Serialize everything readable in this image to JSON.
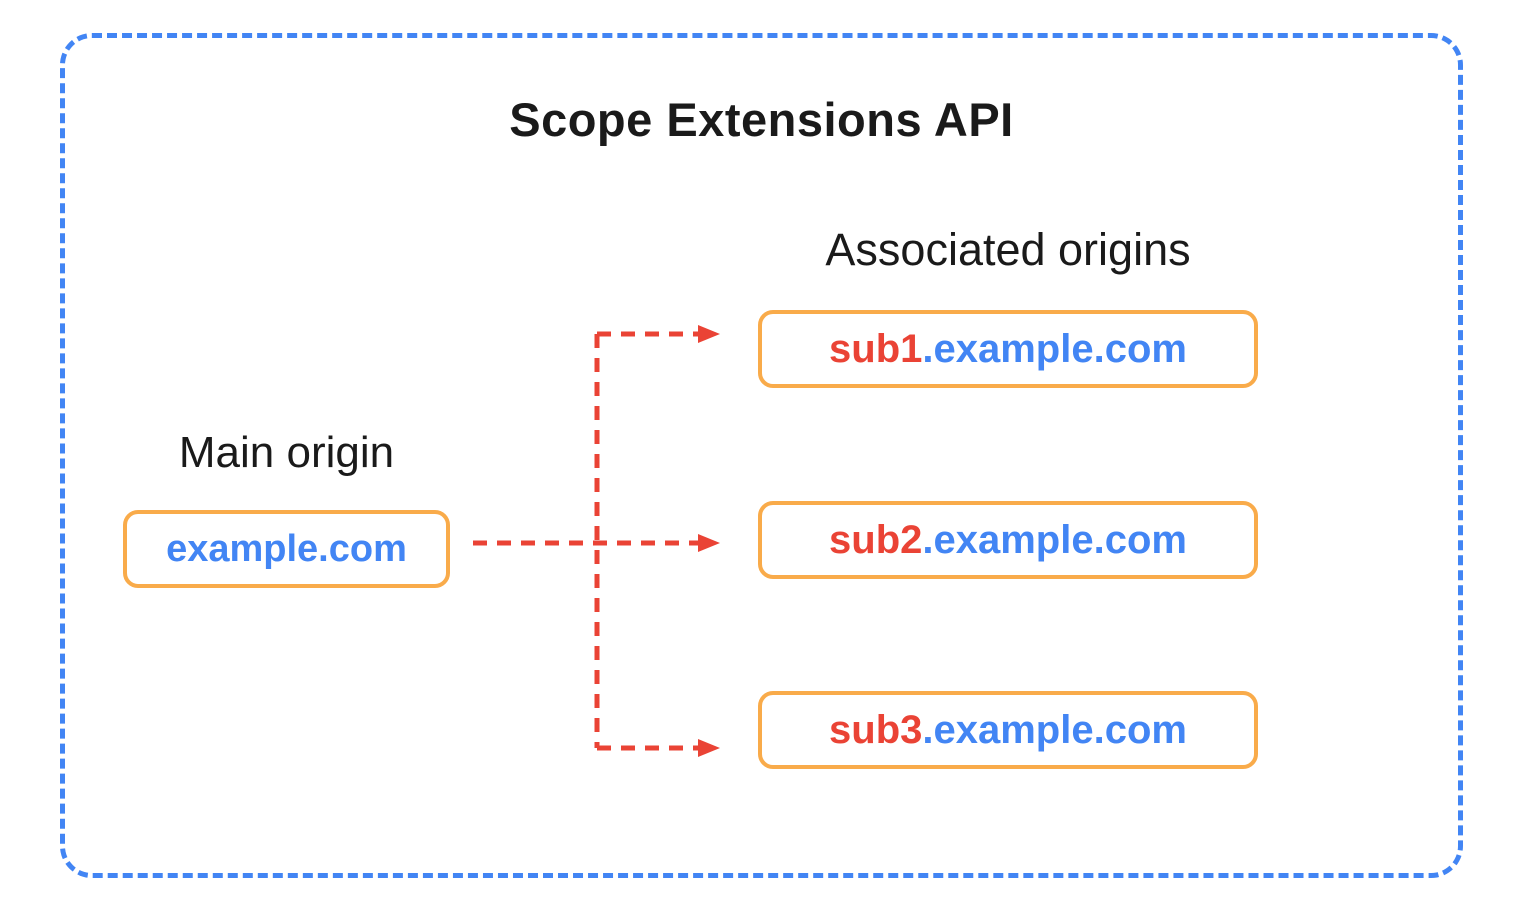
{
  "diagram": {
    "title": "Scope Extensions API"
  },
  "labels": {
    "main_origin": "Main origin",
    "associated_origins": "Associated origins"
  },
  "main_origin": {
    "domain": "example.com"
  },
  "associated_origins": {
    "items": [
      {
        "prefix": "sub1",
        "suffix": ".example.com"
      },
      {
        "prefix": "sub2",
        "suffix": ".example.com"
      },
      {
        "prefix": "sub3",
        "suffix": ".example.com"
      }
    ]
  },
  "colors": {
    "frame-blue": "#4285F4",
    "domain-blue": "#4285F4",
    "subdomain-red": "#EA4335",
    "arrow-red": "#EA4335",
    "box-orange": "#F9AB4A",
    "text-black": "#1A1A1A",
    "background": "#FFFFFF"
  }
}
